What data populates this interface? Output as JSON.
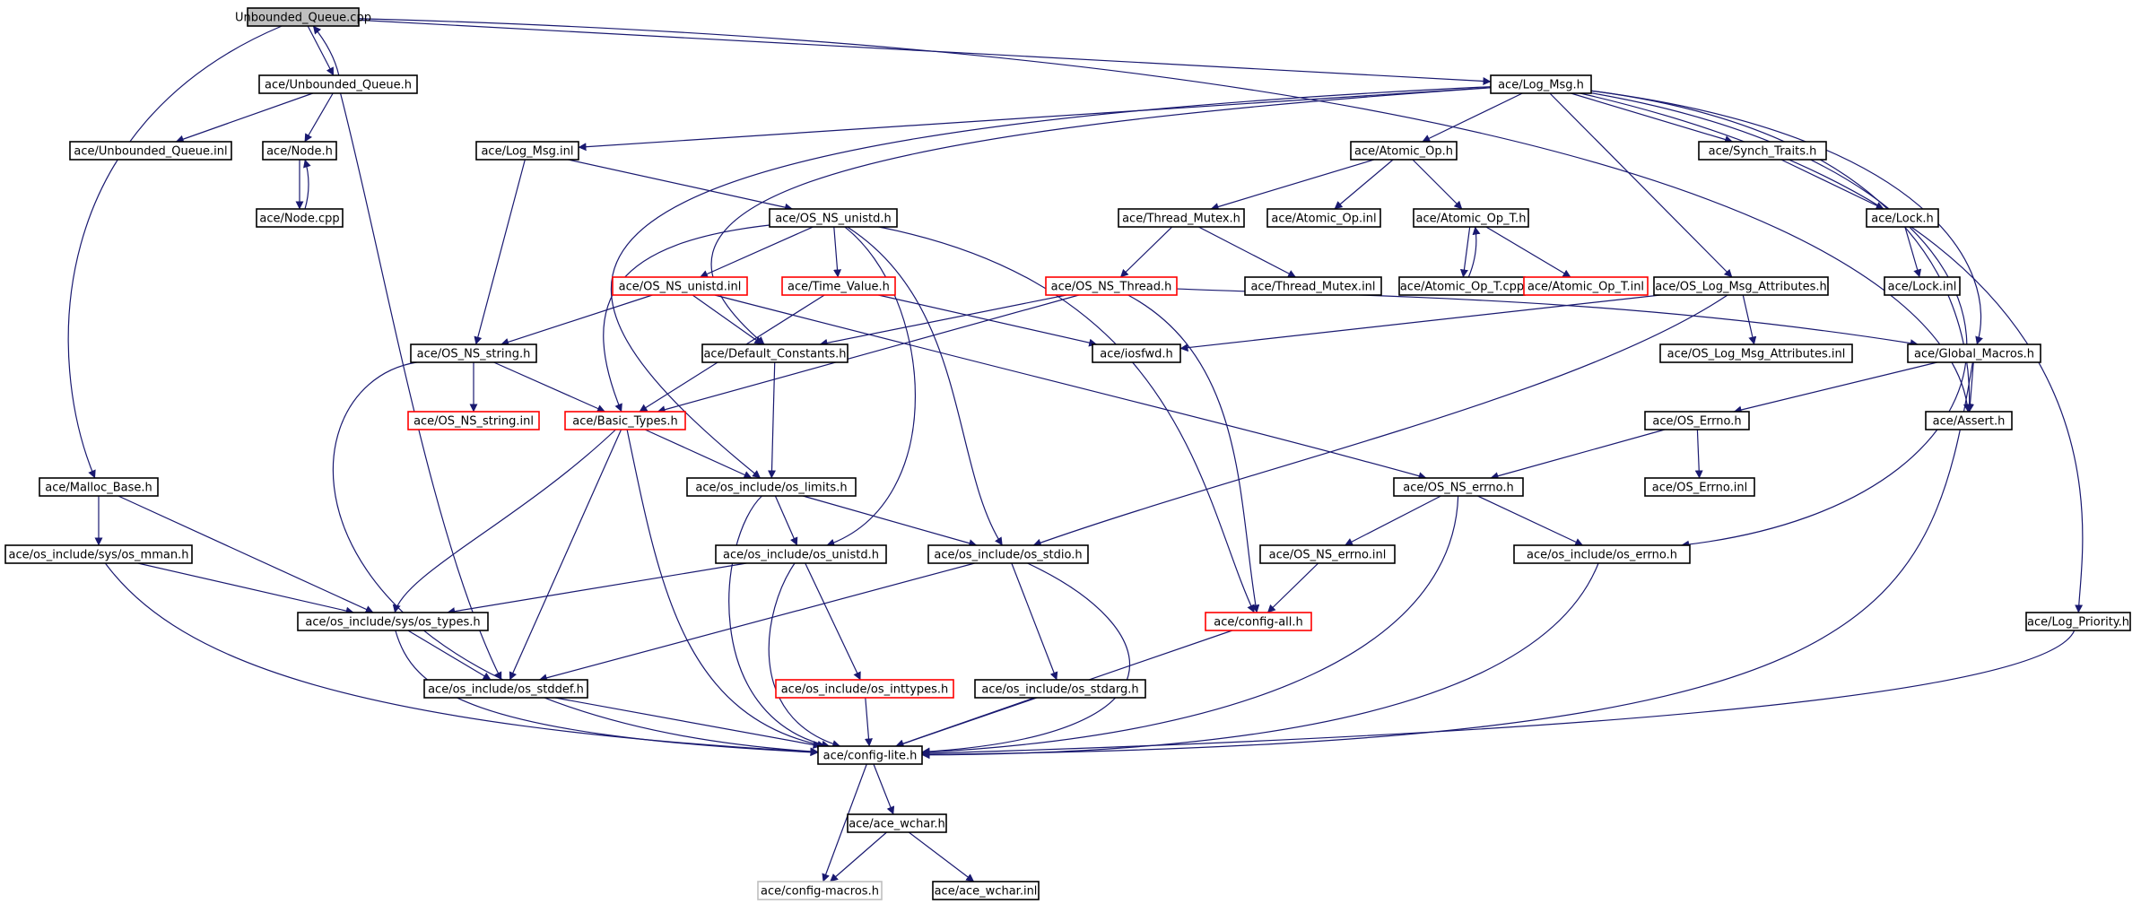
{
  "graph": {
    "colors": {
      "edge": "#191970",
      "normal_border": "#000000",
      "truncated_border": "#ff0000",
      "external_border": "#bfbfbf",
      "root_fill": "#bfbfbf",
      "node_fill": "#ffffff",
      "text": "#000000"
    },
    "nodes": [
      {
        "id": "n_root",
        "label": "Unbounded_Queue.cpp",
        "style": "root"
      },
      {
        "id": "n_uqh",
        "label": "ace/Unbounded_Queue.h",
        "style": "normal"
      },
      {
        "id": "n_logmsg",
        "label": "ace/Log_Msg.h",
        "style": "normal"
      },
      {
        "id": "n_uqinl",
        "label": "ace/Unbounded_Queue.inl",
        "style": "normal"
      },
      {
        "id": "n_nodeh",
        "label": "ace/Node.h",
        "style": "normal"
      },
      {
        "id": "n_nodecpp",
        "label": "ace/Node.cpp",
        "style": "normal"
      },
      {
        "id": "n_logmsginl",
        "label": "ace/Log_Msg.inl",
        "style": "normal"
      },
      {
        "id": "n_atomic",
        "label": "ace/Atomic_Op.h",
        "style": "normal"
      },
      {
        "id": "n_synch",
        "label": "ace/Synch_Traits.h",
        "style": "normal"
      },
      {
        "id": "n_osunistd",
        "label": "ace/OS_NS_unistd.h",
        "style": "normal"
      },
      {
        "id": "n_threadmutex",
        "label": "ace/Thread_Mutex.h",
        "style": "normal"
      },
      {
        "id": "n_atomicinl",
        "label": "ace/Atomic_Op.inl",
        "style": "normal"
      },
      {
        "id": "n_atomict",
        "label": "ace/Atomic_Op_T.h",
        "style": "normal"
      },
      {
        "id": "n_lock",
        "label": "ace/Lock.h",
        "style": "normal"
      },
      {
        "id": "n_osunistdinl",
        "label": "ace/OS_NS_unistd.inl",
        "style": "truncated"
      },
      {
        "id": "n_timevalue",
        "label": "ace/Time_Value.h",
        "style": "truncated"
      },
      {
        "id": "n_osthread",
        "label": "ace/OS_NS_Thread.h",
        "style": "truncated"
      },
      {
        "id": "n_threadmutexinl",
        "label": "ace/Thread_Mutex.inl",
        "style": "normal"
      },
      {
        "id": "n_atomictcpp",
        "label": "ace/Atomic_Op_T.cpp",
        "style": "normal"
      },
      {
        "id": "n_atomictinl",
        "label": "ace/Atomic_Op_T.inl",
        "style": "truncated"
      },
      {
        "id": "n_logattr",
        "label": "ace/OS_Log_Msg_Attributes.h",
        "style": "normal"
      },
      {
        "id": "n_lockinl",
        "label": "ace/Lock.inl",
        "style": "normal"
      },
      {
        "id": "n_osstring",
        "label": "ace/OS_NS_string.h",
        "style": "normal"
      },
      {
        "id": "n_defconst",
        "label": "ace/Default_Constants.h",
        "style": "normal"
      },
      {
        "id": "n_iosfwd",
        "label": "ace/iosfwd.h",
        "style": "normal"
      },
      {
        "id": "n_logattrinl",
        "label": "ace/OS_Log_Msg_Attributes.inl",
        "style": "normal"
      },
      {
        "id": "n_globalmacros",
        "label": "ace/Global_Macros.h",
        "style": "normal"
      },
      {
        "id": "n_osstringinl",
        "label": "ace/OS_NS_string.inl",
        "style": "truncated"
      },
      {
        "id": "n_basictypes",
        "label": "ace/Basic_Types.h",
        "style": "truncated"
      },
      {
        "id": "n_oserrno",
        "label": "ace/OS_Errno.h",
        "style": "normal"
      },
      {
        "id": "n_assert",
        "label": "ace/Assert.h",
        "style": "normal"
      },
      {
        "id": "n_mallocbase",
        "label": "ace/Malloc_Base.h",
        "style": "normal"
      },
      {
        "id": "n_oslimits",
        "label": "ace/os_include/os_limits.h",
        "style": "normal"
      },
      {
        "id": "n_osnserrno",
        "label": "ace/OS_NS_errno.h",
        "style": "normal"
      },
      {
        "id": "n_oserrnoinl",
        "label": "ace/OS_Errno.inl",
        "style": "normal"
      },
      {
        "id": "n_osmman",
        "label": "ace/os_include/sys/os_mman.h",
        "style": "normal"
      },
      {
        "id": "n_osunistdh",
        "label": "ace/os_include/os_unistd.h",
        "style": "normal"
      },
      {
        "id": "n_osstdio",
        "label": "ace/os_include/os_stdio.h",
        "style": "normal"
      },
      {
        "id": "n_osnserrnoinl",
        "label": "ace/OS_NS_errno.inl",
        "style": "normal"
      },
      {
        "id": "n_incerrno",
        "label": "ace/os_include/os_errno.h",
        "style": "normal"
      },
      {
        "id": "n_ostypes",
        "label": "ace/os_include/sys/os_types.h",
        "style": "normal"
      },
      {
        "id": "n_configall",
        "label": "ace/config-all.h",
        "style": "truncated"
      },
      {
        "id": "n_logpriority",
        "label": "ace/Log_Priority.h",
        "style": "normal"
      },
      {
        "id": "n_osinttypes",
        "label": "ace/os_include/os_inttypes.h",
        "style": "truncated"
      },
      {
        "id": "n_osstdarg",
        "label": "ace/os_include/os_stdarg.h",
        "style": "normal"
      },
      {
        "id": "n_osstddef",
        "label": "ace/os_include/os_stddef.h",
        "style": "normal"
      },
      {
        "id": "n_configlite",
        "label": "ace/config-lite.h",
        "style": "normal"
      },
      {
        "id": "n_acewchar",
        "label": "ace/ace_wchar.h",
        "style": "normal"
      },
      {
        "id": "n_configmacros",
        "label": "ace/config-macros.h",
        "style": "external"
      },
      {
        "id": "n_acewcharinl",
        "label": "ace/ace_wchar.inl",
        "style": "normal"
      }
    ],
    "edges": [
      [
        "n_root",
        "n_uqh"
      ],
      [
        "n_uqh",
        "n_root"
      ],
      [
        "n_root",
        "n_logmsg"
      ],
      [
        "n_root",
        "n_mallocbase"
      ],
      [
        "n_root",
        "n_assert"
      ],
      [
        "n_uqh",
        "n_uqinl"
      ],
      [
        "n_uqh",
        "n_nodeh"
      ],
      [
        "n_uqh",
        "n_osstddef"
      ],
      [
        "n_nodeh",
        "n_nodecpp"
      ],
      [
        "n_nodecpp",
        "n_nodeh"
      ],
      [
        "n_logmsg",
        "n_logmsginl"
      ],
      [
        "n_logmsg",
        "n_atomic"
      ],
      [
        "n_logmsg",
        "n_synch"
      ],
      [
        "n_logmsg",
        "n_logattr"
      ],
      [
        "n_logmsg",
        "n_globalmacros"
      ],
      [
        "n_logmsg",
        "n_assert"
      ],
      [
        "n_logmsg",
        "n_logpriority"
      ],
      [
        "n_logmsg",
        "n_defconst"
      ],
      [
        "n_logmsg",
        "n_oslimits"
      ],
      [
        "n_logmsg",
        "n_incerrno"
      ],
      [
        "n_logmsginl",
        "n_osunistd"
      ],
      [
        "n_logmsginl",
        "n_osstring"
      ],
      [
        "n_atomic",
        "n_threadmutex"
      ],
      [
        "n_atomic",
        "n_atomicinl"
      ],
      [
        "n_atomic",
        "n_atomict"
      ],
      [
        "n_atomict",
        "n_atomictcpp"
      ],
      [
        "n_atomictcpp",
        "n_atomict"
      ],
      [
        "n_atomict",
        "n_atomictinl"
      ],
      [
        "n_threadmutex",
        "n_osthread"
      ],
      [
        "n_threadmutex",
        "n_threadmutexinl"
      ],
      [
        "n_synch",
        "n_lock"
      ],
      [
        "n_lock",
        "n_lockinl"
      ],
      [
        "n_osunistd",
        "n_osunistdinl"
      ],
      [
        "n_osunistd",
        "n_timevalue"
      ],
      [
        "n_osunistd",
        "n_basictypes"
      ],
      [
        "n_osunistd",
        "n_osunistdh"
      ],
      [
        "n_osunistd",
        "n_osstdio"
      ],
      [
        "n_osunistd",
        "n_configall"
      ],
      [
        "n_osunistdinl",
        "n_osstring"
      ],
      [
        "n_osunistdinl",
        "n_defconst"
      ],
      [
        "n_osunistdinl",
        "n_osnserrno"
      ],
      [
        "n_timevalue",
        "n_basictypes"
      ],
      [
        "n_timevalue",
        "n_iosfwd"
      ],
      [
        "n_osthread",
        "n_basictypes"
      ],
      [
        "n_osthread",
        "n_defconst"
      ],
      [
        "n_osthread",
        "n_configall"
      ],
      [
        "n_osthread",
        "n_globalmacros"
      ],
      [
        "n_logattr",
        "n_logattrinl"
      ],
      [
        "n_logattr",
        "n_iosfwd"
      ],
      [
        "n_logattr",
        "n_osstdio"
      ],
      [
        "n_osstring",
        "n_osstringinl"
      ],
      [
        "n_osstring",
        "n_basictypes"
      ],
      [
        "n_osstring",
        "n_configlite"
      ],
      [
        "n_defconst",
        "n_oslimits"
      ],
      [
        "n_basictypes",
        "n_oslimits"
      ],
      [
        "n_basictypes",
        "n_ostypes"
      ],
      [
        "n_basictypes",
        "n_osstddef"
      ],
      [
        "n_basictypes",
        "n_configlite"
      ],
      [
        "n_globalmacros",
        "n_oserrno"
      ],
      [
        "n_globalmacros",
        "n_assert"
      ],
      [
        "n_globalmacros",
        "n_configlite"
      ],
      [
        "n_oserrno",
        "n_osnserrno"
      ],
      [
        "n_oserrno",
        "n_oserrnoinl"
      ],
      [
        "n_mallocbase",
        "n_osmman"
      ],
      [
        "n_mallocbase",
        "n_ostypes"
      ],
      [
        "n_oslimits",
        "n_osunistdh"
      ],
      [
        "n_oslimits",
        "n_osstdio"
      ],
      [
        "n_oslimits",
        "n_configlite"
      ],
      [
        "n_osnserrno",
        "n_osnserrnoinl"
      ],
      [
        "n_osnserrno",
        "n_incerrno"
      ],
      [
        "n_osnserrno",
        "n_configlite"
      ],
      [
        "n_osnserrnoinl",
        "n_configall"
      ],
      [
        "n_osmman",
        "n_ostypes"
      ],
      [
        "n_osmman",
        "n_configlite"
      ],
      [
        "n_osunistdh",
        "n_ostypes"
      ],
      [
        "n_osunistdh",
        "n_osinttypes"
      ],
      [
        "n_osunistdh",
        "n_configlite"
      ],
      [
        "n_osstdio",
        "n_osstddef"
      ],
      [
        "n_osstdio",
        "n_osstdarg"
      ],
      [
        "n_osstdio",
        "n_configlite"
      ],
      [
        "n_incerrno",
        "n_configlite"
      ],
      [
        "n_ostypes",
        "n_osstddef"
      ],
      [
        "n_ostypes",
        "n_configlite"
      ],
      [
        "n_configall",
        "n_configlite"
      ],
      [
        "n_logpriority",
        "n_configlite"
      ],
      [
        "n_osinttypes",
        "n_configlite"
      ],
      [
        "n_osstdarg",
        "n_configlite"
      ],
      [
        "n_osstddef",
        "n_configlite"
      ],
      [
        "n_configlite",
        "n_acewchar"
      ],
      [
        "n_configlite",
        "n_configmacros"
      ],
      [
        "n_acewchar",
        "n_configmacros"
      ],
      [
        "n_acewchar",
        "n_acewcharinl"
      ]
    ]
  }
}
